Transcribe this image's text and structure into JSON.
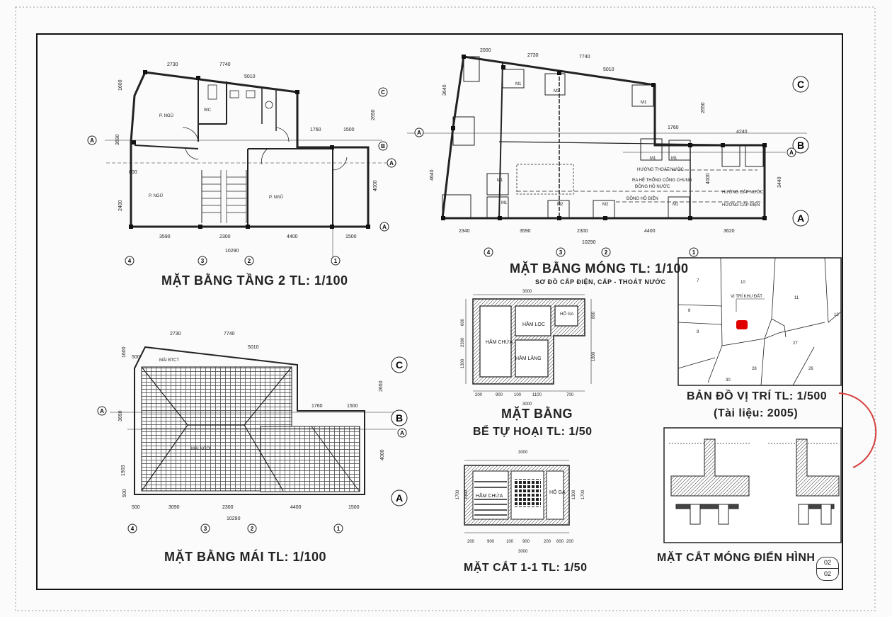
{
  "titles": {
    "floor2": "MẶT BẰNG TẦNG 2 TL: 1/100",
    "foundation": "MẶT BẰNG MÓNG TL: 1/100",
    "foundation_sub": "SƠ ĐỒ CẤP ĐIỆN, CẤP - THOÁT NƯỚC",
    "roof": "MẶT BẰNG MÁI TL: 1/100",
    "septic_plan_1": "MẶT BẰNG",
    "septic_plan_2": "BỂ TỰ HOẠI  TL: 1/50",
    "section": "MẶT CẮT 1-1 TL: 1/50",
    "site_map": "BẢN ĐỒ VỊ TRÍ TL: 1/500",
    "site_map_sub": "(Tài liệu: 2005)",
    "foundation_section": "MẶT CẮT MÓNG ĐIỂN HÌNH"
  },
  "page": {
    "current": "02",
    "total": "02"
  },
  "axes": {
    "num": [
      "4",
      "3",
      "2",
      "1"
    ],
    "letters": [
      "C",
      "B",
      "A"
    ]
  },
  "dims": {
    "top_a": "2730",
    "top_b": "7740",
    "top_c": "5010",
    "foundation_left": "2000",
    "bottom": [
      "3590",
      "2300",
      "4400",
      "1500"
    ],
    "bottom_found": [
      "2340",
      "3590",
      "2300",
      "4400",
      "3620"
    ],
    "bottom_roof": [
      "500",
      "3090",
      "2300",
      "4400",
      "1500"
    ],
    "total": "10290",
    "side_r": [
      "2650",
      "4000"
    ],
    "side_l": [
      "1600",
      "3690",
      "600",
      "2400"
    ],
    "mid": [
      "1760",
      "1500"
    ],
    "found_extra": [
      "4240",
      "3440",
      "3640",
      "4640"
    ],
    "roof_l": [
      "1600",
      "500",
      "3690",
      "1903",
      "500"
    ]
  },
  "labels": {
    "room_bed": "P. NGỦ",
    "room_wc": "WC",
    "roof_btct": "MÁI BTCT",
    "roof_tile": "MÁI NGÓI",
    "m1": "M1",
    "m2": "M2",
    "huong_thoat": "HƯỚNG THOÁT NƯỚC",
    "ra_he_thong": "RA HỆ THỐNG CỐNG CHUNG",
    "dong_ho_nuoc": "ĐỒNG HỒ NƯỚC",
    "dong_ho_dien": "ĐỒNG HỒ ĐIỆN",
    "huong_cap_nuoc": "HƯỚNG CẤP NƯỚC",
    "huong_cap_dien": "HƯỚNG CẤP ĐIỆN",
    "ham_chua": "HẦM CHỨA",
    "ham_loc": "HẦM LỌC",
    "ham_lang": "HẦM LẮNG",
    "ho_ga": "HỐ GA",
    "vi_tri": "VỊ TRÍ KHU ĐẤT"
  },
  "septic_dims": {
    "w": "3000",
    "bottom": [
      "200",
      "900",
      "100",
      "1100",
      "700"
    ],
    "h": [
      "2300",
      "1300",
      "1800",
      "600",
      "800"
    ],
    "sec_bottom": [
      "200",
      "900",
      "100",
      "900",
      "200",
      "600",
      "200"
    ],
    "sec_h": [
      "1700",
      "1300",
      "1700",
      "1300"
    ]
  },
  "parcels": [
    "7",
    "10",
    "11",
    "8",
    "9",
    "13",
    "27",
    "28",
    "26",
    "30"
  ],
  "colors": {
    "line": "#2a2a2a",
    "marker": "#e00000",
    "stamp": "#d64040"
  }
}
